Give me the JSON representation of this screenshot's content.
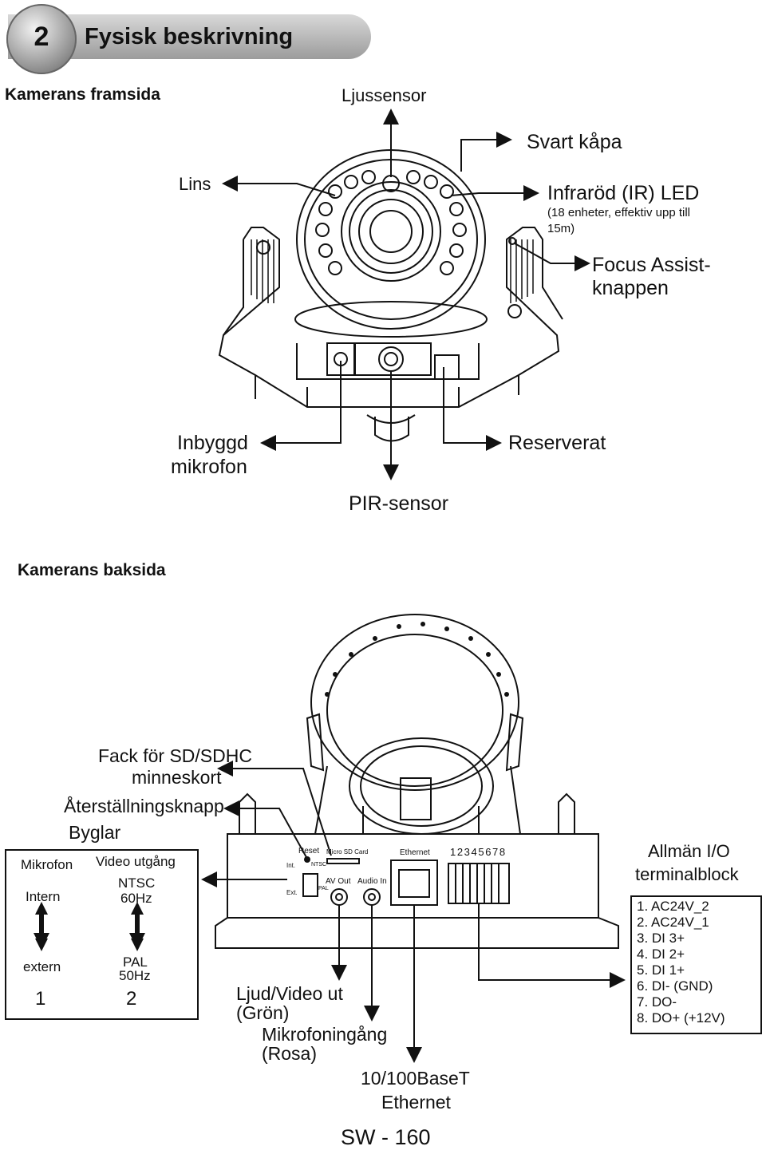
{
  "header": {
    "chapter_number": "2",
    "title": "Fysisk beskrivning"
  },
  "front": {
    "heading": "Kamerans framsida",
    "labels": {
      "ljussensor": "Ljussensor",
      "svart_kapa": "Svart kåpa",
      "lins": "Lins",
      "ir_led": "Infraröd (IR) LED",
      "ir_led_note_1": "(18 enheter, effektiv upp till",
      "ir_led_note_2": "15m)",
      "focus_1": "Focus Assist-",
      "focus_2": "knappen",
      "mic_1": "Inbyggd",
      "mic_2": "mikrofon",
      "reserverat": "Reserverat",
      "pir": "PIR-sensor"
    }
  },
  "back": {
    "heading": "Kamerans baksida",
    "labels": {
      "sd_1": "Fack för SD/SDHC",
      "sd_2": "minneskort",
      "reset": "Återställningsknapp",
      "byglar": "Byglar",
      "av_1": "Ljud/Video ut",
      "av_2": "(Grön)",
      "micin_1": "Mikrofoningång",
      "micin_2": "(Rosa)",
      "eth_1": "10/100BaseT",
      "eth_2": "Ethernet"
    },
    "panel_labels": {
      "reset": "Reset",
      "micro_sd": "Micro SD Card",
      "ethernet": "Ethernet",
      "pins": "1 2 3 4 5 6 7 8",
      "int": "Int.",
      "ext": "Ext.",
      "ntsc": "NTSC",
      "pal": "PAL",
      "av_out": "AV Out",
      "audio_in": "Audio In"
    },
    "jumper_box": {
      "col1_title": "Mikrofon",
      "col2_title": "Video utgång",
      "col1_top": "Intern",
      "col2_top_1": "NTSC",
      "col2_top_2": "60Hz",
      "col1_bottom": "extern",
      "col2_bottom_1": "PAL",
      "col2_bottom_2": "50Hz",
      "col1_num": "1",
      "col2_num": "2"
    },
    "io_block": {
      "title_1": "Allmän I/O",
      "title_2": "terminalblock",
      "pins": [
        "1. AC24V_2",
        "2. AC24V_1",
        "3. DI 3+",
        "4. DI 2+",
        "5. DI 1+",
        "6. DI- (GND)",
        "7. DO-",
        "8. DO+ (+12V)"
      ]
    }
  },
  "footer": {
    "page": "SW - 160"
  }
}
